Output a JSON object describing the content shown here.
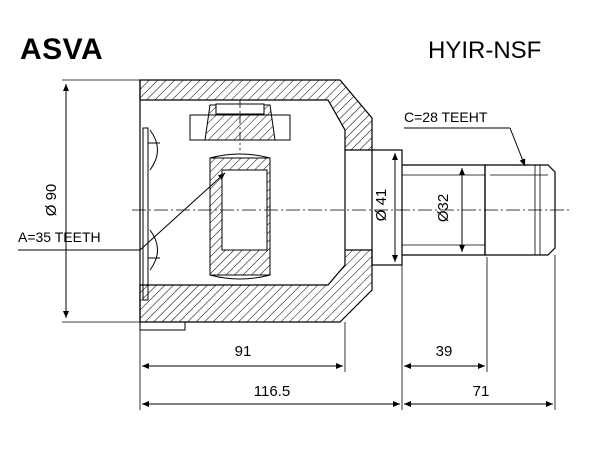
{
  "header": {
    "brand": "ASVA",
    "part_number": "HYIR-NSF"
  },
  "callouts": {
    "spline_c": "C=28 TEEHT",
    "spline_a": "A=35 TEETH"
  },
  "diameters": {
    "body": "Ø 90",
    "neck": "Ø 41",
    "shaft": "Ø32"
  },
  "lengths": {
    "housing": "91",
    "stem": "39",
    "overall": "116.5",
    "stem_total": "71"
  }
}
